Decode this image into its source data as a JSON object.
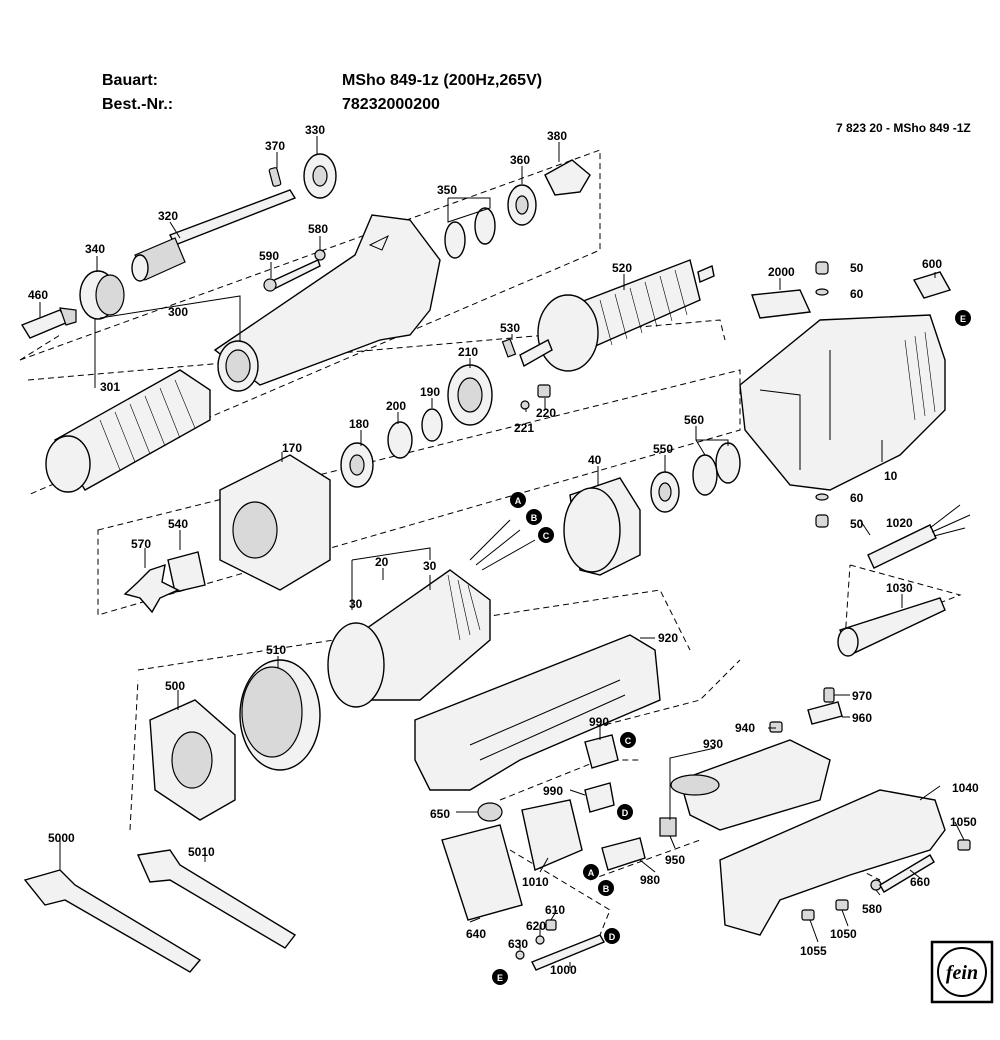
{
  "header": {
    "bauart_label": "Bauart:",
    "bauart_value": "MSho 849-1z (200Hz,265V)",
    "bestnr_label": "Best.-Nr.:",
    "bestnr_value": "78232000200",
    "reference": "7 823 20 - MSho 849 -1Z"
  },
  "parts": {
    "p370": "370",
    "p330": "330",
    "p380": "380",
    "p360": "360",
    "p350": "350",
    "p320": "320",
    "p580": "580",
    "p590": "590",
    "p340": "340",
    "p460": "460",
    "p300": "300",
    "p301": "301",
    "p520": "520",
    "p2000": "2000",
    "p50a": "50",
    "p60a": "60",
    "p600": "600",
    "p530": "530",
    "p210": "210",
    "p190": "190",
    "p200": "200",
    "p180": "180",
    "p221": "221",
    "p220": "220",
    "p170": "170",
    "p560": "560",
    "p550": "550",
    "p40": "40",
    "p10": "10",
    "p60b": "60",
    "p50b": "50",
    "p1020": "1020",
    "p540": "540",
    "p570": "570",
    "p20": "20",
    "p30a": "30",
    "p30b": "30",
    "p1030": "1030",
    "p510": "510",
    "p920": "920",
    "p500": "500",
    "p970": "970",
    "p960": "960",
    "p940": "940",
    "p930": "930",
    "p990a": "990",
    "p990b": "990",
    "p650": "650",
    "p1040": "1040",
    "p1050a": "1050",
    "p5000": "5000",
    "p5010": "5010",
    "p950": "950",
    "p980": "980",
    "p1010": "1010",
    "p610": "610",
    "p620": "620",
    "p630": "630",
    "p640": "640",
    "p1000": "1000",
    "p580b": "580",
    "p660": "660",
    "p1050b": "1050",
    "p1055": "1055"
  },
  "markers": {
    "a": "A",
    "b": "B",
    "c": "C",
    "d": "D",
    "e": "E"
  },
  "logo": {
    "text": "fein"
  }
}
